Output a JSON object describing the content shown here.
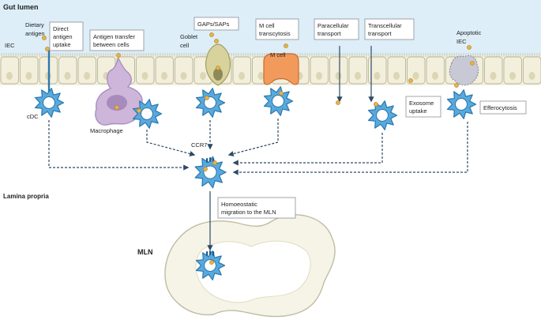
{
  "regions": {
    "gut_lumen": "Gut lumen",
    "lamina_propria": "Lamina propria",
    "mln": "MLN"
  },
  "labels": {
    "iec": "IEC",
    "cdc": "cDC",
    "dietary_antigen_line1": "Dietary",
    "dietary_antigen_line2": "antigen",
    "macrophage": "Macrophage",
    "goblet_line1": "Goblet",
    "goblet_line2": "cell",
    "m_cell": "M cell",
    "apoptotic_line1": "Apoptotic",
    "apoptotic_line2": "IEC",
    "ccr7": "CCR7"
  },
  "boxes": {
    "direct_uptake": [
      "Direct",
      "antigen",
      "uptake"
    ],
    "antigen_transfer": [
      "Antigen transfer",
      "between cells"
    ],
    "gaps_saps": [
      "GAPs/SAPs"
    ],
    "m_cell_transcytosis": [
      "M cell",
      "transcytosis"
    ],
    "paracellular": [
      "Paracellular",
      "transport"
    ],
    "transcellular": [
      "Transcellular",
      "transport"
    ],
    "exosome": [
      "Exosome",
      "uptake"
    ],
    "efferocytosis": [
      "Efferocytosis"
    ],
    "homeostatic": [
      "Homoeostatic",
      "migration to the MLN"
    ]
  },
  "colors": {
    "lumen_bg": "#ddeef8",
    "epithelium": "#f2efdc",
    "epithelium_border": "#b9b49a",
    "dc_fill": "#58a9dc",
    "dc_stroke": "#2a77ae",
    "antigen": "#e7b24a",
    "macrophage": "#cdb6d9",
    "m_cell": "#f29a5c",
    "arrow": "#2f4a66"
  }
}
